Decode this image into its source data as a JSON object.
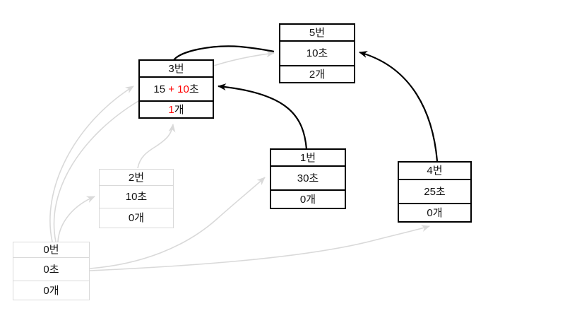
{
  "diagram": {
    "description": "Task/skill dependency diagram with numbered nodes showing time (초) and count (개)",
    "colors": {
      "background": "#ffffff",
      "dark_border": "#000000",
      "light_border": "#d9d9d9",
      "black_arrow": "#000000",
      "gray_arrow": "#d9d9d9",
      "highlight_red": "#ff0000",
      "text": "#111111"
    },
    "nodes": [
      {
        "id": 0,
        "title": "0번",
        "time_pre": "0초",
        "time_red": "",
        "time_suf": "",
        "count_red": "",
        "count_main": "0개",
        "style": "light"
      },
      {
        "id": 1,
        "title": "1번",
        "time_pre": "30초",
        "time_red": "",
        "time_suf": "",
        "count_red": "",
        "count_main": "0개",
        "style": "dark"
      },
      {
        "id": 2,
        "title": "2번",
        "time_pre": "10초",
        "time_red": "",
        "time_suf": "",
        "count_red": "",
        "count_main": "0개",
        "style": "light"
      },
      {
        "id": 3,
        "title": "3번",
        "time_pre": "15",
        "time_red": " + 10",
        "time_suf": "초",
        "count_red": "1",
        "count_main": "개",
        "style": "dark"
      },
      {
        "id": 4,
        "title": "4번",
        "time_pre": "25초",
        "time_red": "",
        "time_suf": "",
        "count_red": "",
        "count_main": "0개",
        "style": "dark"
      },
      {
        "id": 5,
        "title": "5번",
        "time_pre": "10초",
        "time_red": "",
        "time_suf": "",
        "count_red": "",
        "count_main": "2개",
        "style": "dark"
      }
    ],
    "edges": [
      {
        "from": 1,
        "to": 3,
        "color": "black"
      },
      {
        "from": 4,
        "to": 5,
        "color": "black"
      },
      {
        "from": 3,
        "to": 5,
        "color": "black"
      },
      {
        "from": 0,
        "to": 3,
        "color": "gray"
      },
      {
        "from": 0,
        "to": 5,
        "color": "gray",
        "note": "passes behind node 3"
      },
      {
        "from": 0,
        "to": 2,
        "color": "gray"
      },
      {
        "from": 0,
        "to": 1,
        "color": "gray"
      },
      {
        "from": 0,
        "to": 4,
        "color": "gray"
      },
      {
        "from": 2,
        "to": 3,
        "color": "gray"
      }
    ]
  }
}
